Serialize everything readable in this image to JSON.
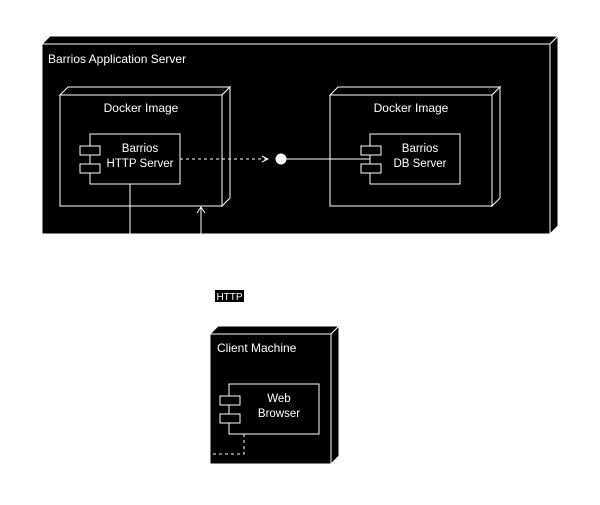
{
  "diagram": {
    "server_node": {
      "title": "Barrios Application Server"
    },
    "http_container": {
      "title": "Docker Image",
      "component": {
        "line1": "Barrios",
        "line2": "HTTP Server"
      }
    },
    "db_container": {
      "title": "Docker Image",
      "component": {
        "line1": "Barrios",
        "line2": "DB Server"
      }
    },
    "client_node": {
      "title": "Client Machine",
      "component": {
        "line1": "Web",
        "line2": "Browser"
      }
    },
    "edge_label": "HTTP"
  }
}
